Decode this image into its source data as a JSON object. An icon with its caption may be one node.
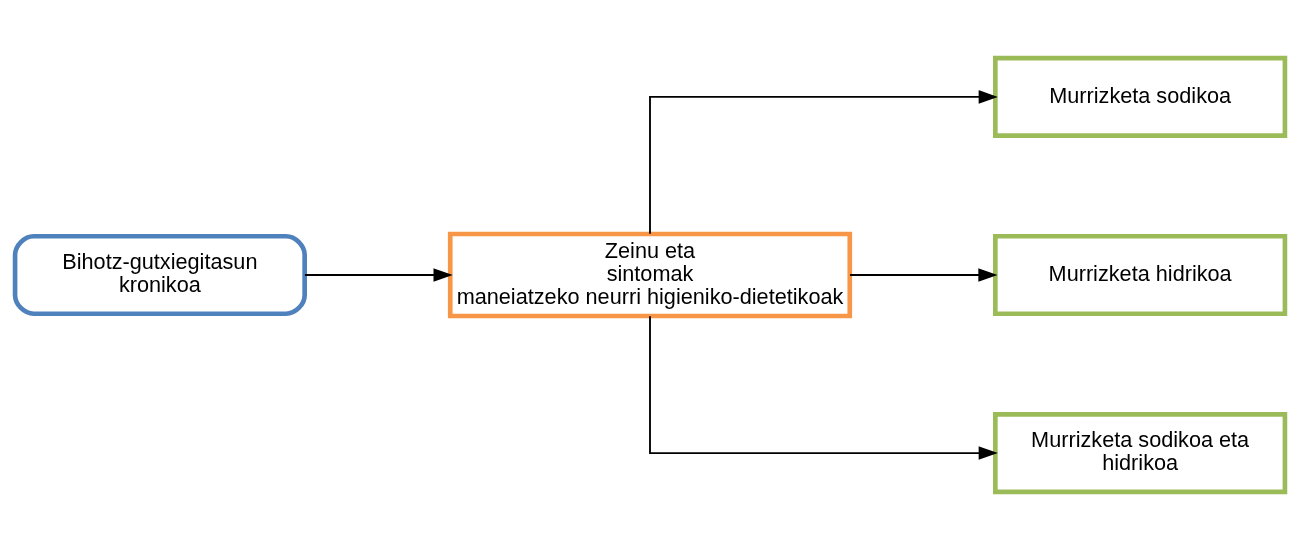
{
  "diagram": {
    "nodes": [
      {
        "text": [
          "Bihotz-gutxiegitasun kronikoa"
        ]
      },
      {
        "text": [
          "Zeinu eta sintomak maneiatzeko neurri higieniko-dietetikoak"
        ]
      },
      {
        "text": [
          "Murrizketa sodikoa"
        ]
      },
      {
        "text": [
          "Murrizketa hidrikoa"
        ]
      },
      {
        "text": [
          "Murrizketa sodikoa eta hidrikoa"
        ]
      }
    ],
    "edges": [
      {
        "from": 0,
        "to": 1,
        "arrow": "to"
      },
      {
        "from": 1,
        "to": 2,
        "arrow": "to"
      },
      {
        "from": 1,
        "to": 3,
        "arrow": "to"
      },
      {
        "from": 1,
        "to": 4,
        "arrow": "to"
      }
    ]
  }
}
